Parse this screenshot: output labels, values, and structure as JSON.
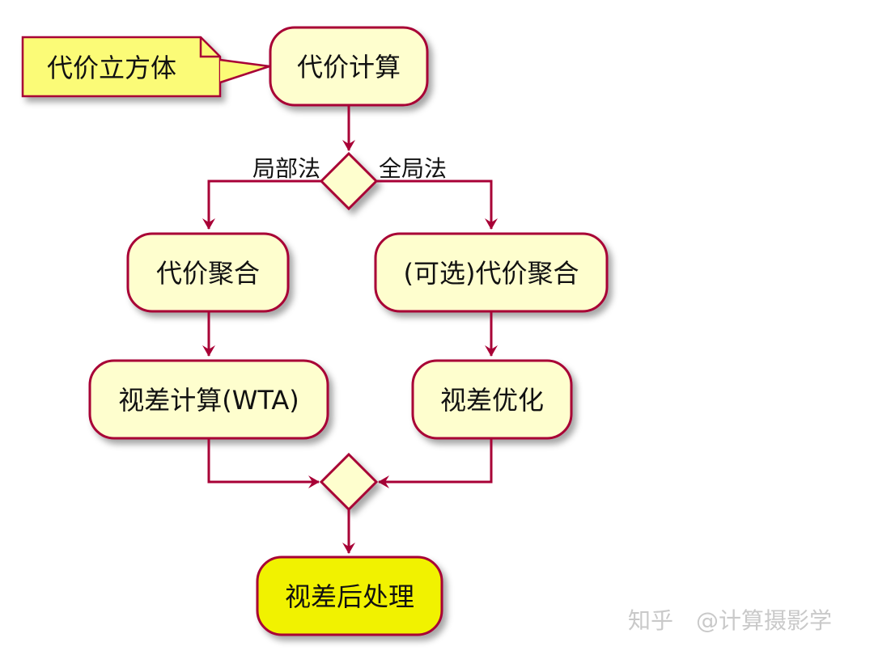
{
  "diagram": {
    "note": "代价立方体",
    "start": "代价计算",
    "branch_left_label": "局部法",
    "branch_right_label": "全局法",
    "left_steps": [
      "代价聚合",
      "视差计算(WTA)"
    ],
    "right_steps": [
      "(可选)代价聚合",
      "视差优化"
    ],
    "final_step": "视差后处理",
    "colors": {
      "node_fill": "#fefece",
      "node_stroke": "#a80036",
      "final_fill": "#f1f200",
      "note_fill": "#fbfb77",
      "note_stroke": "#a80036"
    }
  },
  "watermark": {
    "site": "知乎",
    "account": "@计算摄影学"
  }
}
